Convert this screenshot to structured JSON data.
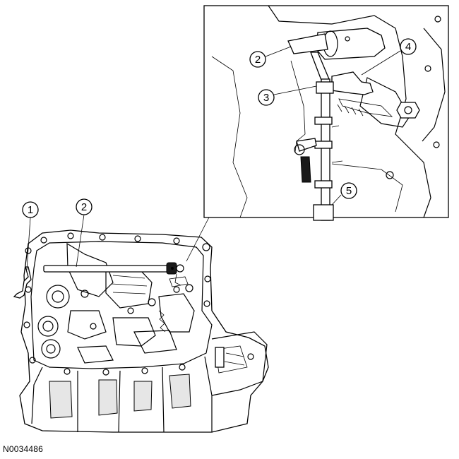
{
  "figure_code": "N0034486",
  "callouts": {
    "main_1": "1",
    "main_2": "2",
    "inset_2": "2",
    "inset_3": "3",
    "inset_4": "4",
    "inset_5": "5"
  }
}
